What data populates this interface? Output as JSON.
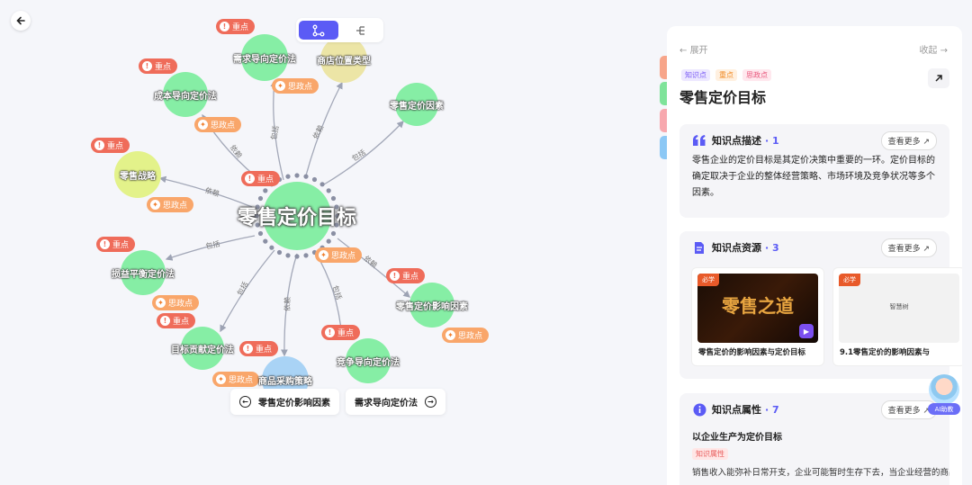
{
  "center": {
    "label": "零售定价目标"
  },
  "nodes": [
    {
      "id": "n1",
      "label": "需求导向定价法"
    },
    {
      "id": "n2",
      "label": "商店位置类型"
    },
    {
      "id": "n3",
      "label": "成本导向定价法"
    },
    {
      "id": "n4",
      "label": "零售定价因素"
    },
    {
      "id": "n5",
      "label": "零售战略"
    },
    {
      "id": "n6",
      "label": "损益平衡定价法"
    },
    {
      "id": "n7",
      "label": "零售定价影响因素"
    },
    {
      "id": "n8",
      "label": "目标贡献定价法"
    },
    {
      "id": "n9",
      "label": "商品采购策略"
    },
    {
      "id": "n10",
      "label": "竞争导向定价法"
    }
  ],
  "edge_labels": [
    "包括",
    "依赖",
    "依赖",
    "包括",
    "依赖",
    "包括",
    "依赖",
    "包括",
    "依赖",
    "包括"
  ],
  "tags": {
    "key": "重点",
    "ideology": "思政点"
  },
  "nav": {
    "prev_label": "零售定价影响因素",
    "next_label": "需求导向定价法"
  },
  "panel": {
    "collapse_left": "展开",
    "collapse_right": "收起",
    "pills": [
      "知识点",
      "重点",
      "思政点"
    ],
    "title": "零售定价目标",
    "desc_card": {
      "title": "知识点描述",
      "count": "· 1",
      "more": "查看更多",
      "text": "零售企业的定价目标是其定价决策中重要的一环。定价目标的确定取决于企业的整体经营策略、市场环境及竞争状况等多个因素。"
    },
    "res_card": {
      "title": "知识点资源",
      "count": "· 3",
      "more": "查看更多",
      "items": [
        {
          "badge": "必学",
          "name": "零售定价的影响因素与定价目标",
          "thumb_text": "零售之道"
        },
        {
          "badge": "必学",
          "name": "9.1零售定价的影响因素与",
          "thumb_text": "智慧树"
        }
      ]
    },
    "attr_card": {
      "title": "知识点属性",
      "count": "· 7",
      "more": "查看更多",
      "subtitle": "以企业生产为定价目标",
      "pill": "知识属性",
      "text": "销售收入能弥补日常开支，企业可能暂时生存下去，当企业经营的商品"
    }
  },
  "ai": {
    "label": "AI助教"
  },
  "colors": {
    "accent": "#5b5bf5",
    "node_green": "#86eea5",
    "node_yellow": "#e3f28a",
    "node_khaki": "#ece5a6",
    "node_blue": "#a9d3f5",
    "tag_red": "#ef6c5a",
    "tag_orange": "#f9a66a"
  }
}
